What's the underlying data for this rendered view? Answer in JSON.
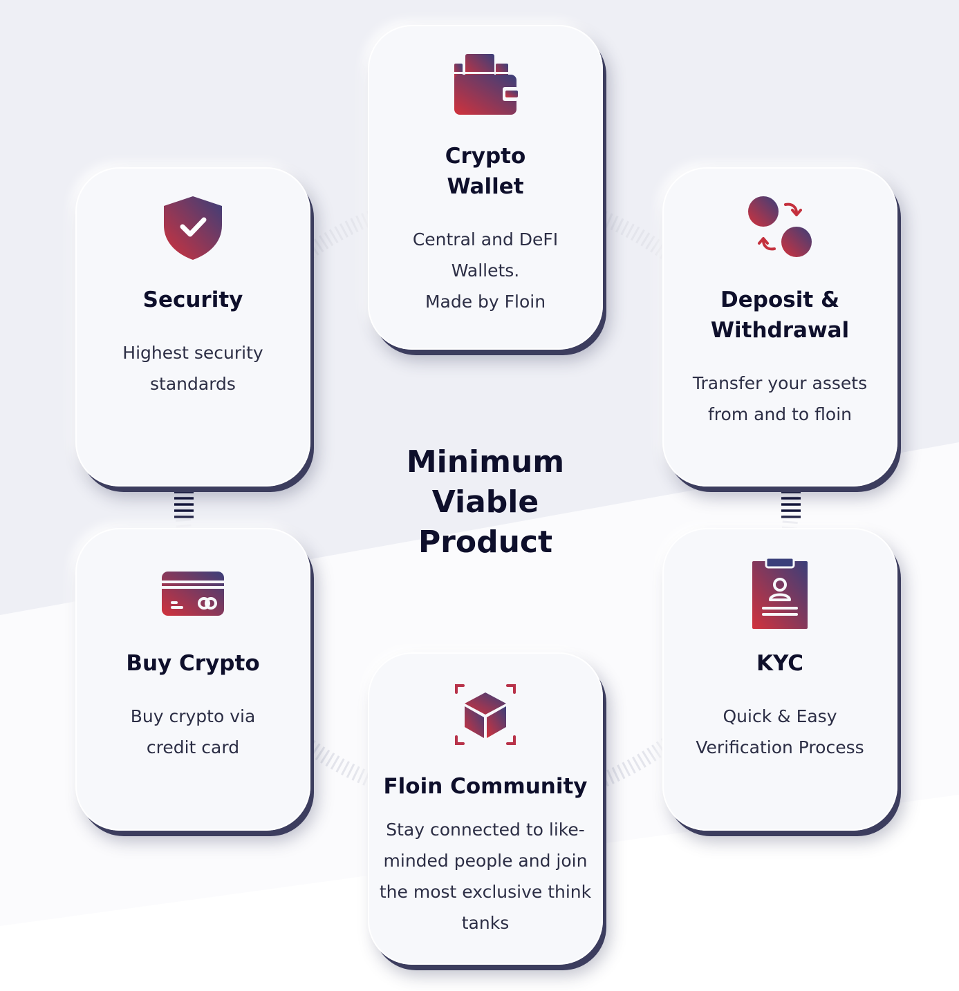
{
  "center_title": "Minimum\nViable\nProduct",
  "colors": {
    "text_dark": "#0e0f2b",
    "gradient_navy": "#3a3f7a",
    "gradient_red": "#d2323c",
    "card_bg": "#f7f8fb",
    "page_bg": "#f0f1f6"
  },
  "cards": {
    "wallet": {
      "icon": "wallet-icon",
      "title": "Crypto\nWallet",
      "desc": "Central and DeFI\nWallets.\nMade by Floin"
    },
    "security": {
      "icon": "shield-check-icon",
      "title": "Security",
      "desc": "Highest security\nstandards"
    },
    "deposit": {
      "icon": "exchange-coins-icon",
      "title": "Deposit &\nWithdrawal",
      "desc": "Transfer your assets\nfrom and to floin"
    },
    "buy": {
      "icon": "credit-card-icon",
      "title": "Buy Crypto",
      "desc": "Buy crypto via\ncredit card"
    },
    "kyc": {
      "icon": "id-badge-icon",
      "title": "KYC",
      "desc": "Quick & Easy\nVerification Process"
    },
    "community": {
      "icon": "cube-scan-icon",
      "title": "Floin Community",
      "desc": "Stay connected to like-\nminded people and join\nthe most exclusive think\ntanks"
    }
  }
}
